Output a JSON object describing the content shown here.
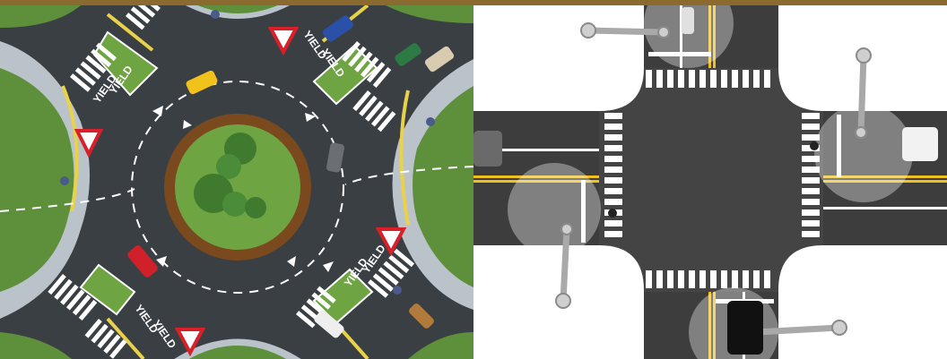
{
  "scene": {
    "left_panel": {
      "yield_markings": [
        {
          "text": "YIELD"
        },
        {
          "text": "YIELD"
        },
        {
          "text": "YIELD"
        },
        {
          "text": "YIELD"
        },
        {
          "text": "YIELD"
        },
        {
          "text": "YIELD"
        },
        {
          "text": "YIELD"
        },
        {
          "text": "YIELD"
        }
      ]
    },
    "colors": {
      "road": "#3a3f44",
      "grass": "#5e8f3a",
      "curb": "#e9d24a",
      "sidewalk": "#b9c3c9",
      "warning_red": "#d8202a",
      "banner": "#8a6a2e"
    }
  }
}
